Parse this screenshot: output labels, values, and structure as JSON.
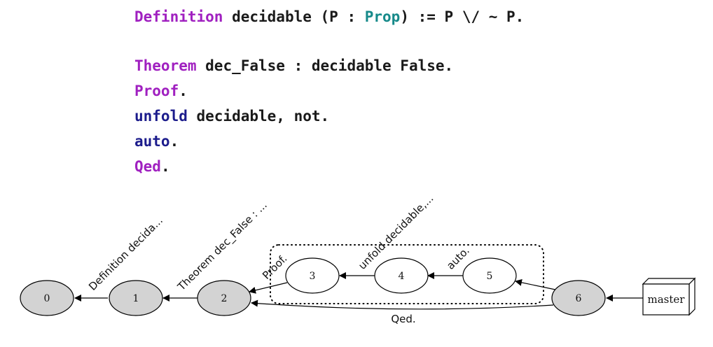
{
  "code": {
    "l1": {
      "kw": "Definition",
      "a": " decidable (P : ",
      "ty": "Prop",
      "b": ") := P \\/ ~ P."
    },
    "l2": {
      "kw": "Theorem",
      "a": " dec_False : decidable False."
    },
    "l3": {
      "kw": "Proof",
      "a": "."
    },
    "l4": {
      "kw": "unfold",
      "a": " decidable, not."
    },
    "l5": {
      "kw": "auto",
      "a": "."
    },
    "l6": {
      "kw": "Qed",
      "a": "."
    }
  },
  "graph": {
    "nodes": {
      "n0": "0",
      "n1": "1",
      "n2": "2",
      "n3": "3",
      "n4": "4",
      "n5": "5",
      "n6": "6"
    },
    "master": "master",
    "edges": {
      "e10": "Definition decida...",
      "e21": "Theorem dec_False : ...",
      "e32": "Proof.",
      "e43": "unfold decidable,...",
      "e54": "auto.",
      "e62": "Qed."
    }
  },
  "colors": {
    "kw": "#a020c0",
    "tac": "#1c1c8c",
    "ty": "#178a8a",
    "node_fill": "#d3d3d3"
  }
}
